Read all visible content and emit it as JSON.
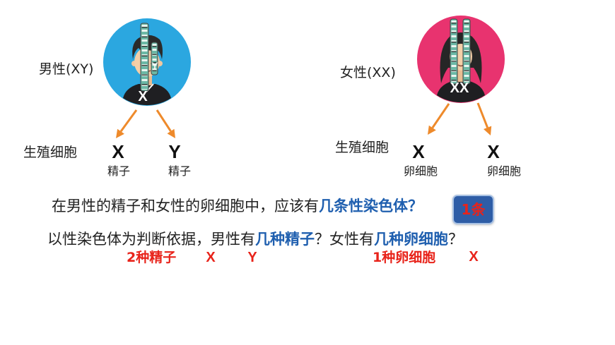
{
  "male": {
    "label": "男性(XY)",
    "avatar_x": "X",
    "avatar_y": "Y",
    "gamete_row_label": "生殖细胞",
    "gametes": [
      {
        "chromosome": "X",
        "name": "精子"
      },
      {
        "chromosome": "Y",
        "name": "精子"
      }
    ]
  },
  "female": {
    "label": "女性(XX)",
    "avatar_xx": "XX",
    "gamete_row_label": "生殖细胞",
    "gametes": [
      {
        "chromosome": "X",
        "name": "卵细胞"
      },
      {
        "chromosome": "X",
        "name": "卵细胞"
      }
    ]
  },
  "question1": {
    "prefix": "在男性的精子和女性的卵细胞中，应该有",
    "highlight": "几条性染色体？",
    "answer": "1条"
  },
  "question2": {
    "part1": "以性染色体为判断依据，男性有",
    "highlight1": "几种精子",
    "part2": "？女性有",
    "highlight2": "几种卵细胞",
    "part3": "？"
  },
  "answers": {
    "male_count": "2种精子",
    "male_types": [
      "X",
      "Y"
    ],
    "female_count": "1种卵细胞",
    "female_types": [
      "X"
    ]
  },
  "colors": {
    "male_circle": "#2BA7E0",
    "female_circle": "#E8336F",
    "arrow": "#EE8A2B",
    "highlight": "#1F5FAF",
    "answer": "#E8231A"
  },
  "icons": [
    "boy-avatar-icon",
    "girl-avatar-icon",
    "chromosome-icon",
    "arrow-icon"
  ]
}
